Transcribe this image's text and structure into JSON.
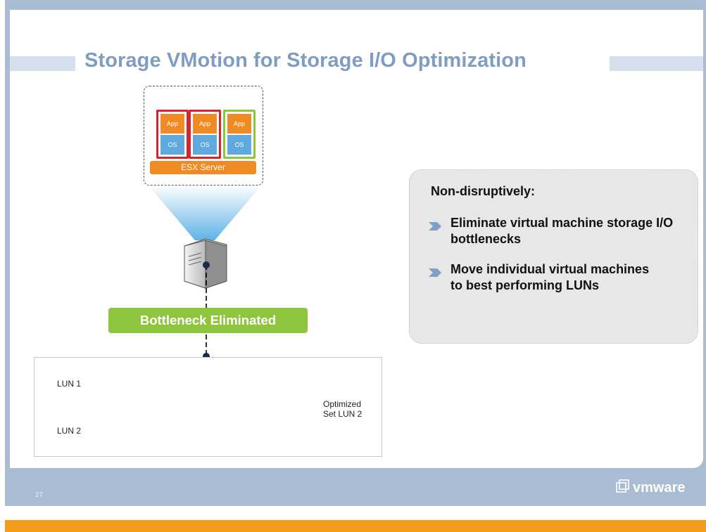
{
  "slide": {
    "title": "Storage VMotion for Storage I/O Optimization",
    "page_number": "27"
  },
  "esx": {
    "vms": [
      {
        "app": "App",
        "os": "OS",
        "border": "#d8232a"
      },
      {
        "app": "App",
        "os": "OS",
        "border": "#d8232a"
      },
      {
        "app": "App",
        "os": "OS",
        "border": "#8cc63f"
      }
    ],
    "server_label": "ESX Server"
  },
  "callout": {
    "heading": "Non-disruptively:",
    "bullets": [
      "Eliminate virtual machine storage I/O bottlenecks",
      "Move individual virtual machines to best performing LUNs"
    ]
  },
  "status_label": "Bottleneck Eliminated",
  "storage": {
    "lun1_label": "LUN 1",
    "lun2_label": "LUN 2",
    "optimized_label_line1": "Optimized",
    "optimized_label_line2": "Set LUN 2"
  },
  "logo": {
    "text": "vmware"
  },
  "colors": {
    "title": "#7f9dc2",
    "background": "#a9bcd3",
    "accent_orange": "#f49b1a",
    "green": "#8fc43e",
    "red": "#d8232a"
  }
}
